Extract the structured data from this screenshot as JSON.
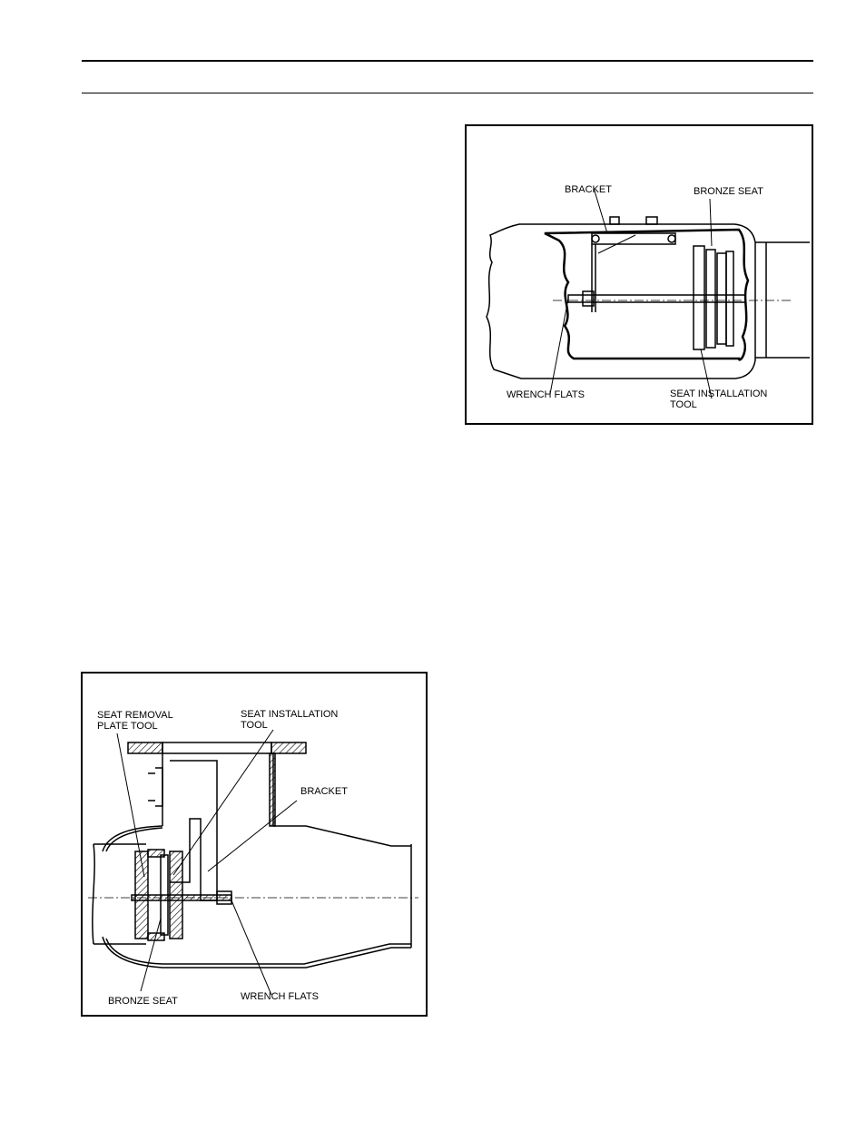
{
  "figure_top": {
    "labels": {
      "bracket": "BRACKET",
      "bronze_seat": "BRONZE SEAT",
      "wrench_flats": "WRENCH FLATS",
      "seat_installation_tool": "SEAT INSTALLATION\nTOOL"
    }
  },
  "figure_bottom": {
    "labels": {
      "seat_removal_plate_tool": "SEAT REMOVAL\nPLATE TOOL",
      "seat_installation_tool": "SEAT INSTALLATION\nTOOL",
      "bracket": "BRACKET",
      "bronze_seat": "BRONZE SEAT",
      "wrench_flats": "WRENCH FLATS"
    }
  }
}
